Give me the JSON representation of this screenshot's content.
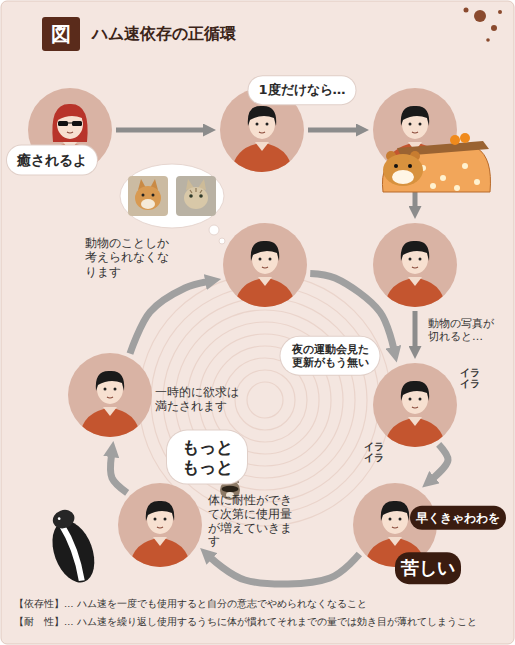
{
  "diagram": {
    "title": "ハム速依存の正循環",
    "nodes": [
      {
        "text": [
          "図"
        ]
      },
      {
        "text": [
          "癒されるよ"
        ]
      },
      {
        "text": [
          "1度だけなら…"
        ]
      },
      {
        "text": []
      },
      {
        "text": [
          "動物の写真が切れると…"
        ]
      },
      {
        "text": [
          "夜の運動会見た更新がもう無い",
          "イラ イラ",
          "イラ イラ"
        ]
      },
      {
        "text": [
          "早くきゃわわを",
          "苦しい"
        ]
      },
      {
        "text": [
          "もっと もっと",
          "体に耐性ができて次第に使用量が増えていきます"
        ]
      },
      {
        "text": [
          "一時的に欲求は満たされます"
        ]
      },
      {
        "text": [
          "動物のことしか考えられなくなります"
        ]
      }
    ],
    "edges": [
      {
        "from": 1,
        "to": 2,
        "arrow": "to"
      },
      {
        "from": 2,
        "to": 3,
        "arrow": "to"
      },
      {
        "from": 3,
        "to": 4,
        "arrow": "to"
      },
      {
        "from": 4,
        "to": 5,
        "arrow": "to"
      },
      {
        "from": 5,
        "to": 6,
        "arrow": "to"
      },
      {
        "from": 6,
        "to": 7,
        "arrow": "to"
      },
      {
        "from": 7,
        "to": 8,
        "arrow": "to"
      },
      {
        "from": 8,
        "to": 9,
        "arrow": "to"
      },
      {
        "from": 9,
        "to": 5,
        "arrow": "to"
      }
    ],
    "labels": [
      "【依存性】… ハム速を一度でも使用すると自分の意志でやめられなくなること",
      "【耐　性】… ハム速を繰り返し使用するうちに体が慣れてそれまでの量では効き目が薄れてしまうこと"
    ]
  }
}
